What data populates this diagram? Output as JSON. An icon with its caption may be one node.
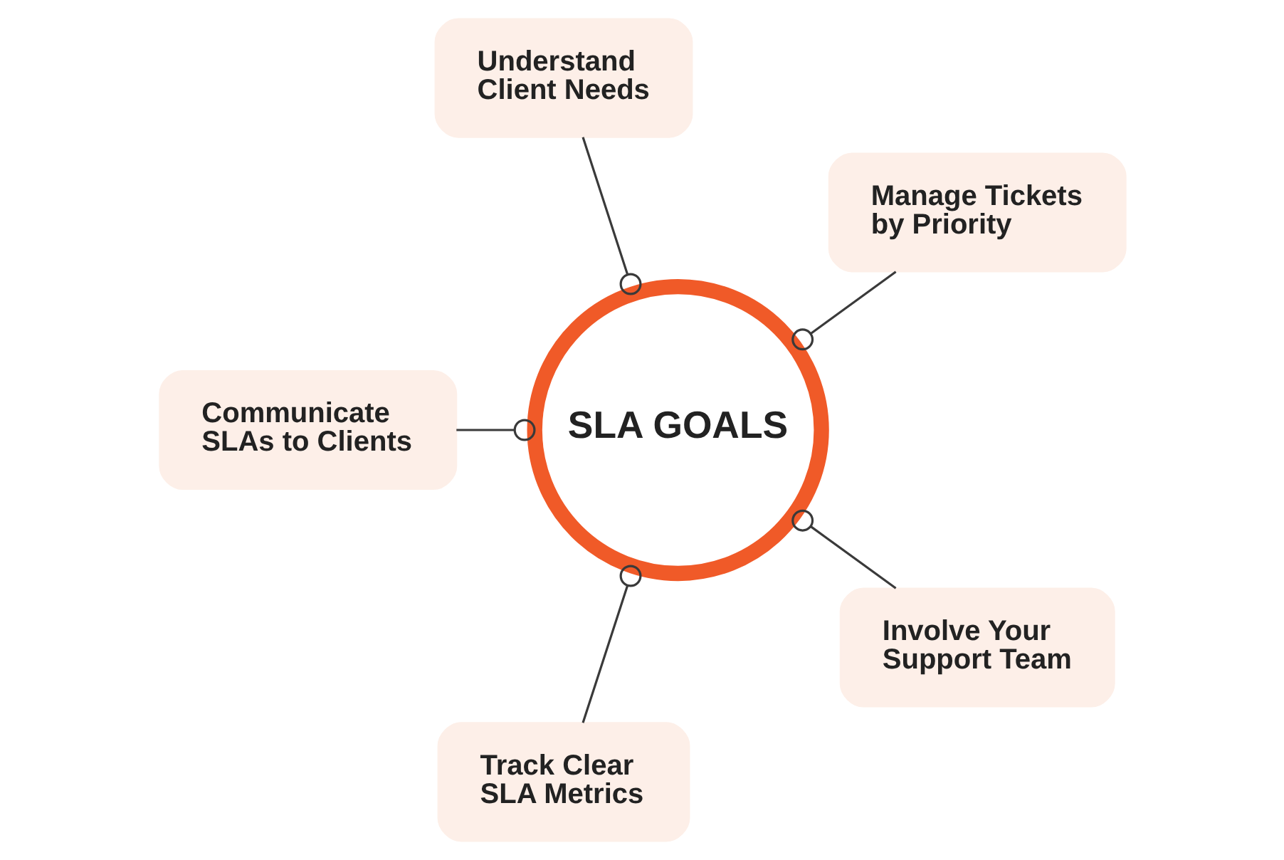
{
  "diagram": {
    "nodes": [
      {
        "text": [
          "Understand Client Needs"
        ]
      },
      {
        "text": [
          "Communicate SLAs to Clients"
        ]
      },
      {
        "text": [
          "SLA GOALS"
        ]
      },
      {
        "text": [
          "Manage Tickets by Priority"
        ]
      },
      {
        "text": [
          "Track Clear SLA Metrics"
        ]
      },
      {
        "text": [
          "Involve Your Support Team"
        ]
      }
    ],
    "edges": [
      {
        "from": 2,
        "to": 0,
        "arrow": "other"
      },
      {
        "from": 2,
        "to": 1,
        "arrow": "other"
      },
      {
        "from": 2,
        "to": 3,
        "arrow": "other"
      },
      {
        "from": 2,
        "to": 4,
        "arrow": "other"
      },
      {
        "from": 2,
        "to": 5,
        "arrow": "other"
      }
    ]
  }
}
